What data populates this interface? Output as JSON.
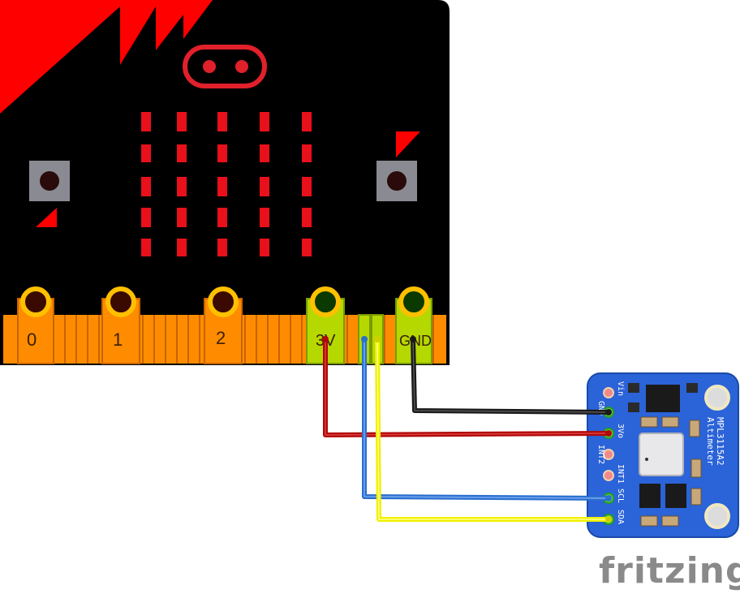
{
  "microbit": {
    "pins": [
      "0",
      "1",
      "2",
      "3V",
      "GND"
    ],
    "colors": {
      "board": "#000000",
      "accent": "#ff0000",
      "edge": "#ff8c00",
      "pad_active": "#b5d800",
      "ring": "#ffc000"
    }
  },
  "sensor": {
    "name": "MPL3115A2",
    "subtitle": "Altimeter",
    "pins": [
      "Vin",
      "GND",
      "3Vo",
      "INT2",
      "INT1",
      "SCL",
      "SDA"
    ],
    "colors": {
      "board": "#2b63d8"
    }
  },
  "wires": [
    {
      "from": "GND",
      "to": "GND",
      "color": "#1a1a1a"
    },
    {
      "from": "3V",
      "to": "3Vo",
      "color": "#c01010"
    },
    {
      "from": "SCL",
      "to": "SCL",
      "color": "#2a6fd0"
    },
    {
      "from": "SDA",
      "to": "SDA",
      "color": "#f0f000"
    }
  ],
  "watermark": "fritzing"
}
